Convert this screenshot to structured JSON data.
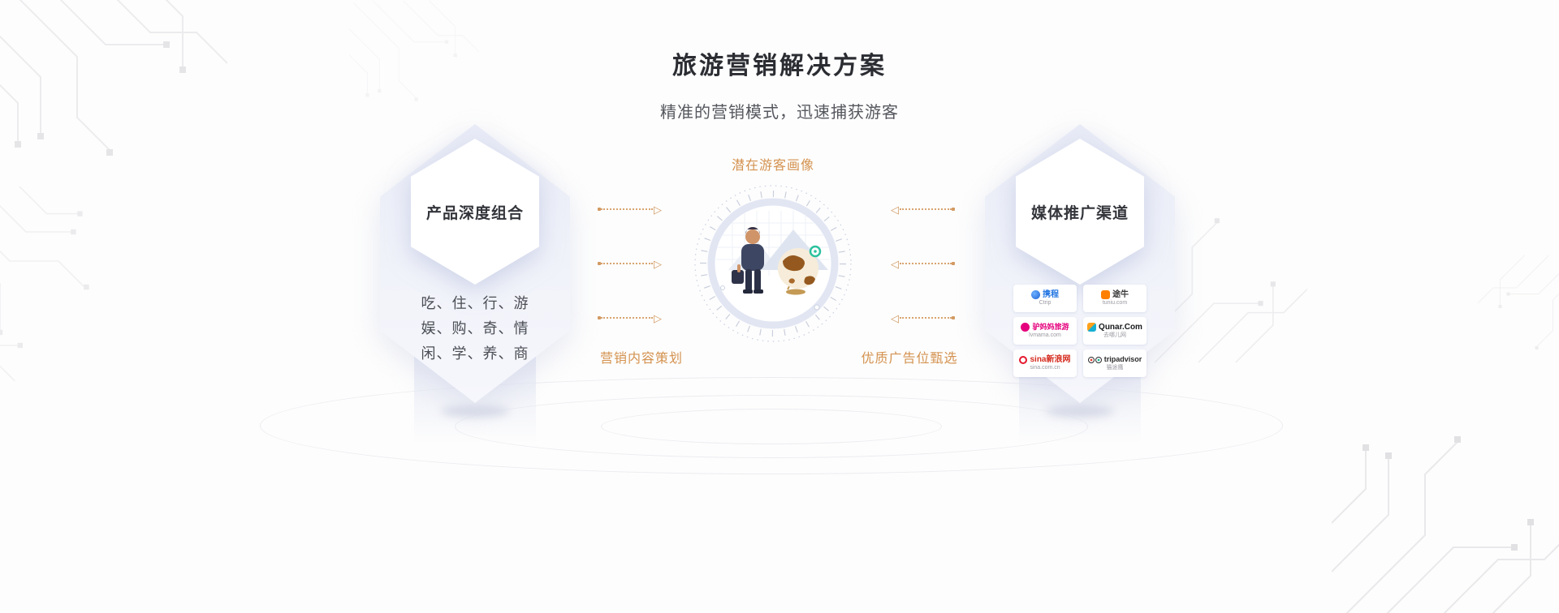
{
  "header": {
    "title": "旅游营销解决方案",
    "subtitle": "精准的营销模式，迅速捕获游客"
  },
  "product_card": {
    "title": "产品深度组合",
    "items": [
      "吃、住、行、游",
      "娱、购、奇、情",
      "闲、学、养、商"
    ]
  },
  "flow": {
    "top_label": "潜在游客画像",
    "bottom_left_label": "营销内容策划",
    "bottom_right_label": "优质广告位甄选"
  },
  "media_card": {
    "title": "媒体推广渠道",
    "logos": [
      {
        "id": "ctrip",
        "text": "携程",
        "sub": "Ctrip",
        "color": "#2577e3"
      },
      {
        "id": "tuniu",
        "text": "途牛",
        "sub": "tuniu.com",
        "color": "#ff8000"
      },
      {
        "id": "lvmama",
        "text": "驴妈妈旅游",
        "sub": "lvmama.com",
        "color": "#e5007d"
      },
      {
        "id": "qunar",
        "text": "Qunar.Com",
        "sub": "去哪儿网",
        "color": "#17191c"
      },
      {
        "id": "sina",
        "text": "sina新浪网",
        "sub": "sina.com.cn",
        "color": "#e6162d"
      },
      {
        "id": "tripadvisor",
        "text": "tripadvisor",
        "sub": "猫途鹰",
        "color": "#2b2b2b"
      }
    ]
  },
  "icons": {
    "arrow_right": "▷",
    "arrow_left": "◁"
  },
  "colors": {
    "accent_orange": "#d4924f",
    "hexagon_fill": "#edeff8",
    "title_text": "#2b2d33",
    "pin_green": "#2cc19e"
  }
}
